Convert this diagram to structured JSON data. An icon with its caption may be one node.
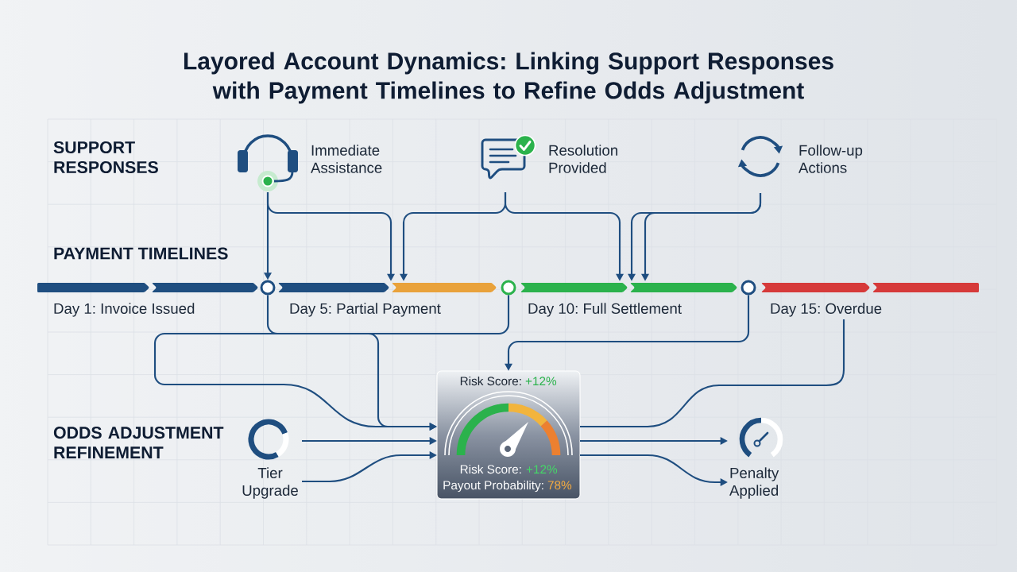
{
  "diagram": {
    "title": "Layored Account Dynamics: Linking Support Responses with Payment Timelines to Refine Odds Adjustment",
    "nodes": [
      {
        "text": [],
        "shape": "picture",
        "beside": [
          "Immediate Assistance"
        ]
      },
      {
        "text": [],
        "shape": "picture",
        "beside": [
          "Resolution Provided"
        ]
      },
      {
        "text": [],
        "shape": "picture",
        "beside": [
          "Follow-up Actions"
        ]
      },
      {
        "text": [],
        "shape": "bar",
        "beside": [
          "Day 1: Invoice Issued"
        ]
      },
      {
        "text": [],
        "shape": "circle"
      },
      {
        "text": [],
        "shape": "bar",
        "beside": [
          "Day 5: Partial Payment"
        ]
      },
      {
        "text": [],
        "shape": "circle"
      },
      {
        "text": [],
        "shape": "bar",
        "beside": [
          "Day 10: Full Settlement"
        ]
      },
      {
        "text": [],
        "shape": "circle"
      },
      {
        "text": [],
        "shape": "bar",
        "beside": [
          "Day 15: Overdue"
        ]
      },
      {
        "text": [
          "Tier Upgrade"
        ]
      },
      {
        "text": [
          "Risk Score:",
          "+12%",
          "Risk Score:",
          "+12%",
          "Payout Probability:",
          "78%"
        ]
      },
      {
        "text": [],
        "shape": "picture",
        "beside": [
          "Penalty Applied"
        ]
      }
    ],
    "edges": [
      {
        "from": 0,
        "to": 4,
        "arrow": "to"
      },
      {
        "from": 0,
        "to": 5,
        "arrow": "to"
      },
      {
        "from": 1,
        "to": 5,
        "arrow": "to"
      },
      {
        "from": 1,
        "to": 7,
        "arrow": "to"
      },
      {
        "from": 2,
        "to": 7,
        "arrow": "to"
      },
      {
        "from": 2,
        "to": 7,
        "arrow": "to"
      },
      {
        "from": 4,
        "to": 11,
        "arrow": "to"
      },
      {
        "from": 6,
        "to": 11,
        "arrow": "to"
      },
      {
        "from": 8,
        "to": 11,
        "arrow": "to"
      },
      {
        "from": 10,
        "to": 11,
        "arrow": "to"
      },
      {
        "from": 10,
        "to": 11,
        "arrow": "to"
      },
      {
        "from": 11,
        "to": 12,
        "arrow": "to"
      },
      {
        "from": 11,
        "to": 12,
        "arrow": "to"
      },
      {
        "from": 9,
        "to": 11,
        "arrow": "none"
      }
    ],
    "labels": [
      "SUPPORT RESPONSES",
      "PAYMENT TIMELINES",
      "ODDS ADJUSTMENT REFINEMENT"
    ]
  }
}
